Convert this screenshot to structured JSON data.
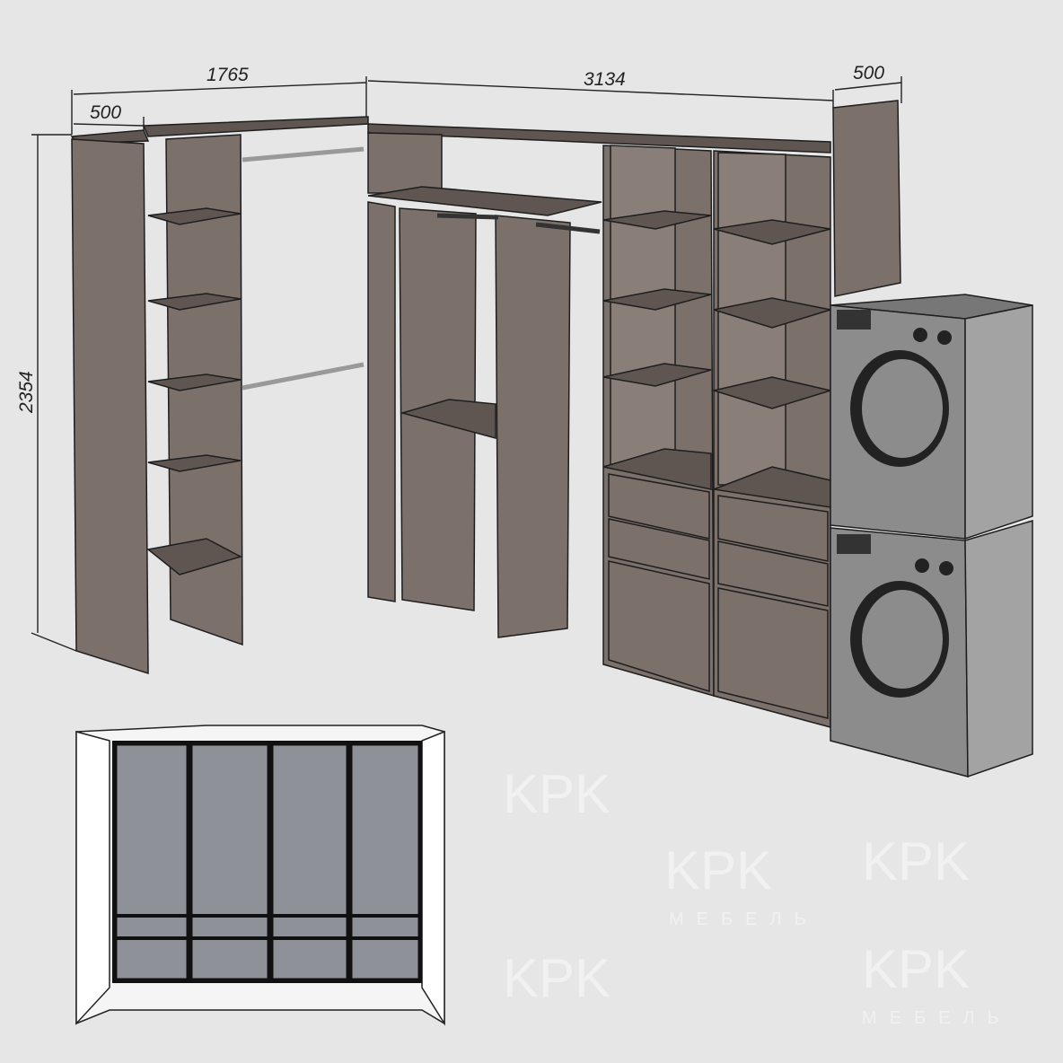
{
  "watermark": {
    "brand": "KPK",
    "subtitle": "МЕБЕЛЬ"
  },
  "dimensions": {
    "left_width": "1765",
    "left_depth": "500",
    "right_width": "3134",
    "right_depth": "500",
    "height": "2354"
  },
  "colors": {
    "background": "#e6e6e6",
    "panel": "#7b706a",
    "appliance": "#8c8c8c",
    "door": "#8e9298"
  }
}
